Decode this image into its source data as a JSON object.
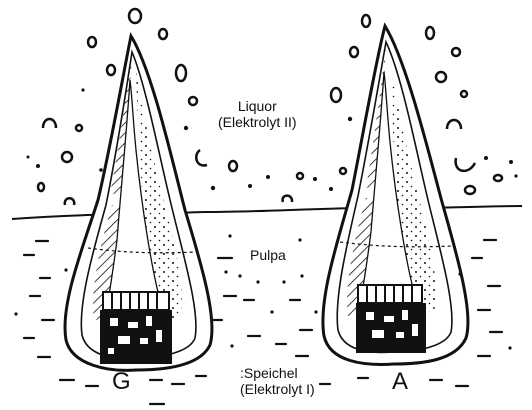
{
  "labels": {
    "liquor_line1": "Liquor",
    "liquor_line2": "(Elektrolyt II)",
    "pulpa": "Pulpa",
    "speichel_line1": ":Speichel",
    "speichel_line2": "(Elektrolyt I)",
    "tooth_left": "G",
    "tooth_right": "A"
  },
  "colors": {
    "ink": "#111111",
    "background": "#ffffff"
  }
}
